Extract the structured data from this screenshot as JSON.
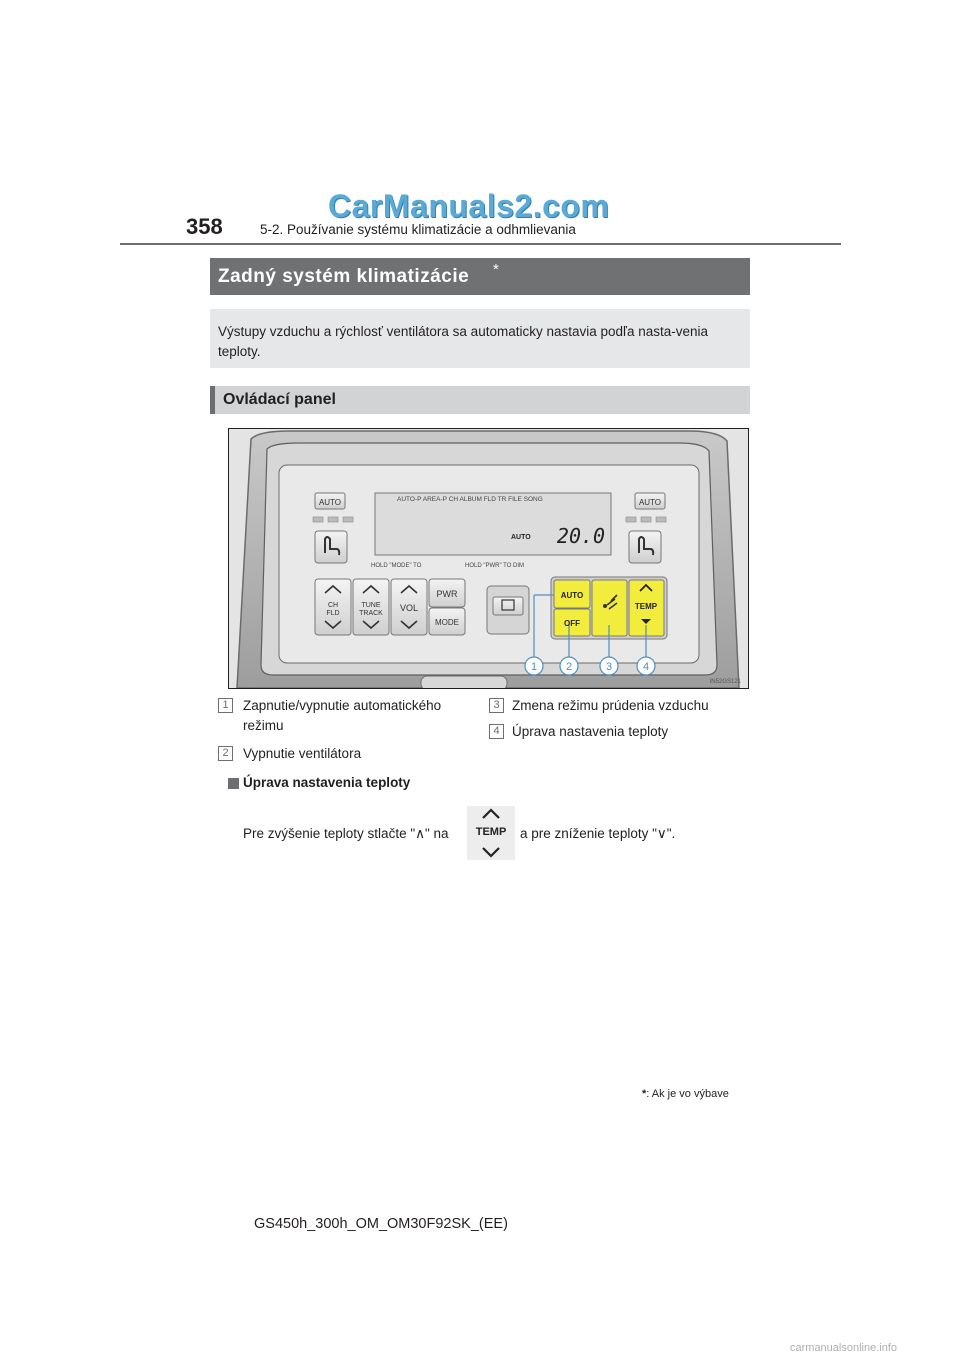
{
  "header": {
    "page_number": "358",
    "section_title": "5-2. Používanie systému klimatizácie a odhmlievania"
  },
  "watermark_top": "CarManuals2.com",
  "main_heading": {
    "text": "Zadný systém klimatizácie",
    "marker": "*"
  },
  "intro": "Výstupy vzduchu a rýchlosť ventilátora sa automaticky nastavia podľa nasta-venia teploty.",
  "sub_heading": "Ovládací panel",
  "panel": {
    "buttons": {
      "auto_left": "AUTO",
      "auto_right": "AUTO",
      "ch_fld": "CH\nFLD",
      "tune_track": "TUNE\nTRACK",
      "vol": "VOL",
      "pwr": "PWR",
      "mode": "MODE",
      "climate_auto": "AUTO",
      "climate_off": "OFF",
      "temp": "TEMP"
    },
    "display": {
      "top_labels": "AUTO-P AREA-P  CH  ALBUM FLD TR FILE SONG",
      "auto_indicator": "AUTO",
      "temperature": "20.0",
      "hint_left": "HOLD \"MODE\" TO",
      "hint_right": "HOLD \"PWR\" TO  DIM"
    },
    "callouts": [
      "1",
      "2",
      "3",
      "4"
    ],
    "image_code": "IN52GS121"
  },
  "legend": [
    {
      "num": "1",
      "text": "Zapnutie/vypnutie  automatického režimu"
    },
    {
      "num": "2",
      "text": "Vypnutie ventilátora"
    },
    {
      "num": "3",
      "text": "Zmena režimu prúdenia vzduchu"
    },
    {
      "num": "4",
      "text": "Úprava nastavenia teploty"
    }
  ],
  "temp_section": {
    "heading": "Úprava nastavenia teploty",
    "sentence_before": "Pre zvýšenie teploty stlačte \"∧\" na",
    "sentence_after": "a pre zníženie teploty \"∨\".",
    "icon_label": "TEMP"
  },
  "footnote": ": Ak je vo výbave",
  "footer_code": "GS450h_300h_OM_OM30F92SK_(EE)",
  "watermark_bottom": "carmanualsonline.info",
  "colors": {
    "heading_bar": "#707173",
    "highlight_yellow": "#f2ec3c",
    "callout_line": "#4d8fc4"
  }
}
